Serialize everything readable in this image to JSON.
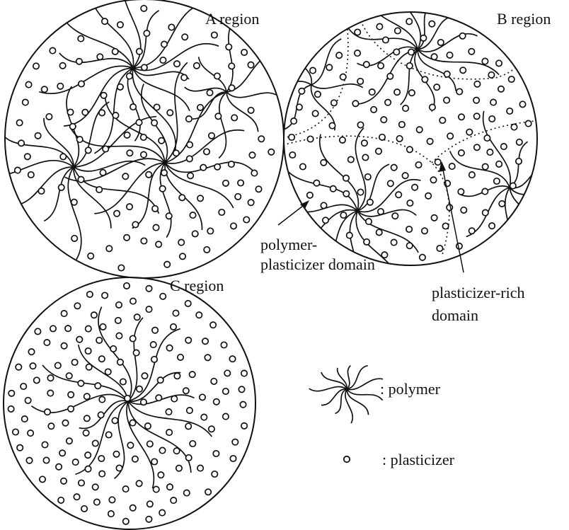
{
  "regions": {
    "a": {
      "label": "A region"
    },
    "b": {
      "label": "B region",
      "annotations": {
        "polymer_plasticizer": [
          "polymer-",
          "plasticizer domain"
        ],
        "plasticizer_rich": [
          "plasticizer-rich",
          "domain"
        ]
      }
    },
    "c": {
      "label": "C region"
    }
  },
  "legend": {
    "polymer_label": ": polymer",
    "plasticizer_label": ": plasticizer"
  },
  "colors": {
    "ink": "#111111",
    "background": "#ffffff"
  }
}
